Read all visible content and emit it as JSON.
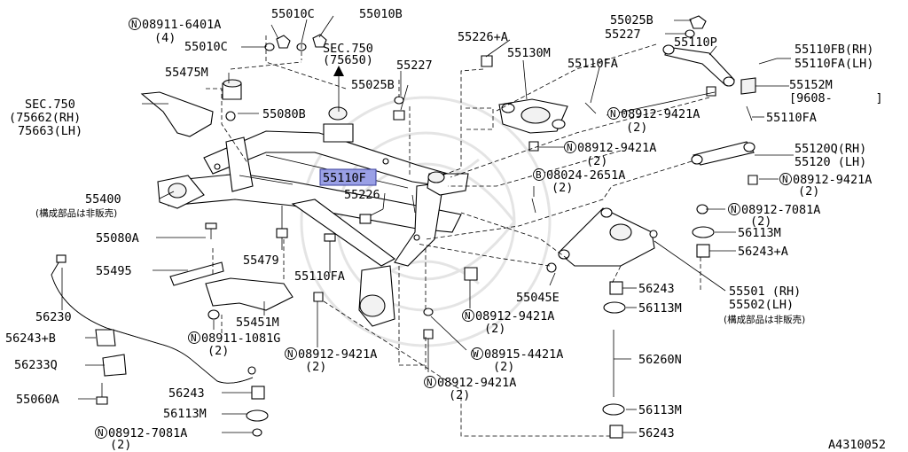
{
  "callouts": {
    "c_08911_6401A": {
      "prefix": "N",
      "code": "08911-6401A",
      "qty": "(4)"
    },
    "c_55010C_a": {
      "code": "55010C"
    },
    "c_55010B": {
      "code": "55010B"
    },
    "c_55010C_b": {
      "code": "55010C"
    },
    "c_sec750_top": {
      "line1": "SEC.750",
      "line2": "(75650)"
    },
    "c_55475M": {
      "code": "55475M"
    },
    "c_55080B": {
      "code": "55080B"
    },
    "c_sec750_left": {
      "line1": "SEC.750",
      "line2": "(75662(RH)",
      "line3": "75663(LH)"
    },
    "c_55226A": {
      "code": "55226+A"
    },
    "c_55130M": {
      "code": "55130M"
    },
    "c_55227_a": {
      "code": "55227"
    },
    "c_55025B_a": {
      "code": "55025B"
    },
    "c_55110FA_a": {
      "code": "55110FA"
    },
    "c_55025B_b": {
      "code": "55025B"
    },
    "c_55227_b": {
      "code": "55227"
    },
    "c_55110P": {
      "code": "55110P"
    },
    "c_55110FB": {
      "line1": "55110FB(RH)",
      "line2": "55110FA(LH)"
    },
    "c_55152M": {
      "line1": "55152M",
      "line2": "[9608-      ]"
    },
    "c_55110FA_b": {
      "code": "55110FA"
    },
    "c_08912_9421A_a": {
      "prefix": "N",
      "code": "08912-9421A",
      "qty": "(2)"
    },
    "c_08912_9421A_b": {
      "prefix": "N",
      "code": "08912-9421A",
      "qty": "(2)"
    },
    "c_55120Q": {
      "line1": "55120Q(RH)",
      "line2": "55120 (LH)"
    },
    "c_08912_9421A_c": {
      "prefix": "N",
      "code": "08912-9421A",
      "qty": "(2)"
    },
    "c_08024_2651A": {
      "prefix": "B",
      "code": "08024-2651A",
      "qty": "(2)"
    },
    "c_55110F": {
      "code": "55110F"
    },
    "c_55226": {
      "code": "55226"
    },
    "c_55400": {
      "code": "55400",
      "note": "(構成部品は非販売)"
    },
    "c_08912_7081A_a": {
      "prefix": "N",
      "code": "08912-7081A",
      "qty": "(2)"
    },
    "c_56113M_a": {
      "code": "56113M"
    },
    "c_56243A": {
      "code": "56243+A"
    },
    "c_55080A": {
      "code": "55080A"
    },
    "c_55479": {
      "code": "55479"
    },
    "c_55495": {
      "code": "55495"
    },
    "c_55110FA_c": {
      "code": "55110FA"
    },
    "c_55045E": {
      "code": "55045E"
    },
    "c_56243_a": {
      "code": "56243"
    },
    "c_55501": {
      "line1": "55501 (RH)",
      "line2": "55502(LH)",
      "note": "(構成部品は非販売)"
    },
    "c_56113M_b": {
      "code": "56113M"
    },
    "c_56230": {
      "code": "56230"
    },
    "c_55451M": {
      "code": "55451M"
    },
    "c_08912_9421A_d": {
      "prefix": "N",
      "code": "08912-9421A",
      "qty": "(2)"
    },
    "c_56243B": {
      "code": "56243+B"
    },
    "c_08911_1081G": {
      "prefix": "N",
      "code": "08911-1081G",
      "qty": "(2)"
    },
    "c_08912_9421A_e": {
      "prefix": "N",
      "code": "08912-9421A",
      "qty": "(2)"
    },
    "c_08915_4421A": {
      "prefix": "W",
      "code": "08915-4421A",
      "qty": "(2)"
    },
    "c_56233Q": {
      "code": "56233Q"
    },
    "c_56260N": {
      "code": "56260N"
    },
    "c_08912_9421A_f": {
      "prefix": "N",
      "code": "08912-9421A",
      "qty": "(2)"
    },
    "c_55060A": {
      "code": "55060A"
    },
    "c_56243_b": {
      "code": "56243"
    },
    "c_56113M_c": {
      "code": "56113M"
    },
    "c_56113M_d": {
      "code": "56113M"
    },
    "c_08912_7081A_b": {
      "prefix": "N",
      "code": "08912-7081A",
      "qty": "(2)"
    },
    "c_56243_c": {
      "code": "56243"
    }
  },
  "diagram_id": "A4310052",
  "highlight": {
    "part": "55110F",
    "color": "#9aa0e6"
  }
}
